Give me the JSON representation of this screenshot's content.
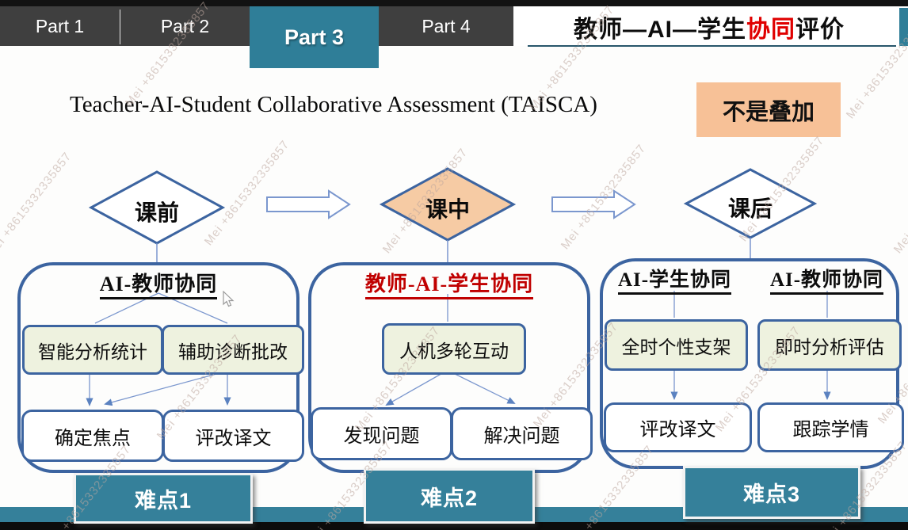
{
  "navbar": {
    "items": [
      {
        "label": "Part 1",
        "active": false
      },
      {
        "label": "Part 2",
        "active": false
      },
      {
        "label": "Part 3",
        "active": true
      },
      {
        "label": "Part 4",
        "active": false
      }
    ]
  },
  "header": {
    "title_prefix": "教师—AI—学生",
    "title_highlight": "协同",
    "title_suffix": "评价",
    "subtitle": "Teacher-AI-Student Collaborative Assessment (TAISCA)",
    "badge": "不是叠加"
  },
  "flow": {
    "stages": [
      {
        "label": "课前",
        "filled": false
      },
      {
        "label": "课中",
        "filled": true
      },
      {
        "label": "课后",
        "filled": false
      }
    ]
  },
  "panels": [
    {
      "headings": [
        "AI-教师协同"
      ],
      "mid": [
        "智能分析统计",
        "辅助诊断批改"
      ],
      "bottom": [
        "确定焦点",
        "评改译文"
      ],
      "tag": "难点1"
    },
    {
      "headings": [
        "教师-AI-学生协同"
      ],
      "mid": [
        "人机多轮互动"
      ],
      "bottom": [
        "发现问题",
        "解决问题"
      ],
      "tag": "难点2"
    },
    {
      "headings": [
        "AI-学生协同",
        "AI-教师协同"
      ],
      "mid": [
        "全时个性支架",
        "即时分析评估"
      ],
      "bottom": [
        "评改译文",
        "跟踪学情"
      ],
      "tag": "难点3"
    }
  ],
  "watermark": {
    "text": "Mei +8615332335857"
  },
  "colors": {
    "accent_teal": "#2f7e98",
    "badge_orange": "#f7c197",
    "diamond_fill": "#f6cba4",
    "shape_border_blue": "#3c64a0",
    "connector_blue": "#7b97ce",
    "highlight_red": "#c00000",
    "node_green": "#eef2df"
  }
}
